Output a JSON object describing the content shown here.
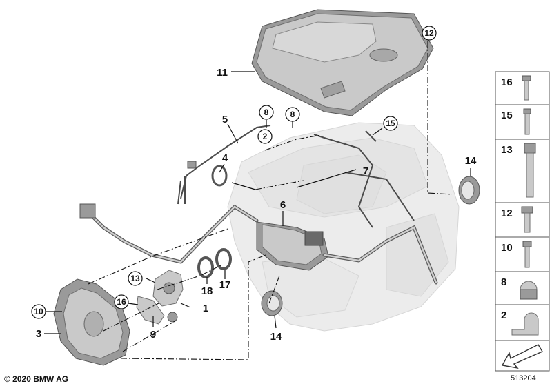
{
  "callouts": {
    "c1": "1",
    "c2": "2",
    "c3": "3",
    "c4": "4",
    "c5": "5",
    "c6": "6",
    "c7": "7",
    "c8a": "8",
    "c8b": "8",
    "c9": "9",
    "c10": "10",
    "c11": "11",
    "c12": "12",
    "c13": "13",
    "c14a": "14",
    "c14b": "14",
    "c15": "15",
    "c16": "16",
    "c17": "17",
    "c18": "18"
  },
  "side_panel": {
    "items": [
      {
        "label": "16",
        "icon": "screw-icon"
      },
      {
        "label": "15",
        "icon": "screw-icon"
      },
      {
        "label": "13",
        "icon": "long-bolt-icon"
      },
      {
        "label": "12",
        "icon": "flange-screw-icon"
      },
      {
        "label": "10",
        "icon": "screw-icon"
      },
      {
        "label": "8",
        "icon": "cap-nut-icon"
      },
      {
        "label": "2",
        "icon": "cable-clamp-icon"
      }
    ]
  },
  "footer": {
    "copyright": "© 2020 BMW AG",
    "diagram_id": "513204"
  }
}
